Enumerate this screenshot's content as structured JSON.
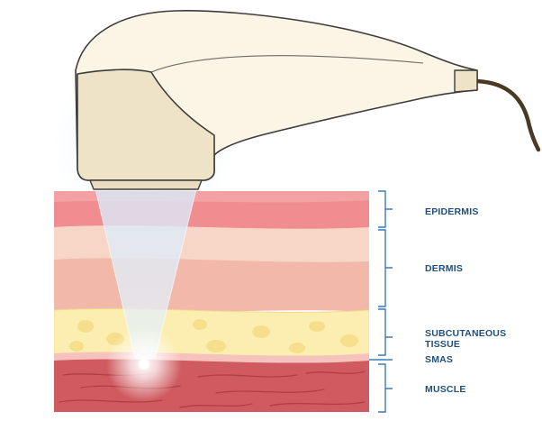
{
  "colors": {
    "label_text": "#1f4f7a",
    "bracket": "#3f7ab5",
    "epidermis_top": "#f3a1a3",
    "epidermis_band": "#ef8d90",
    "dermis_light": "#f8d6c7",
    "dermis_mid": "#f2b9aa",
    "fat": "#fbeeb0",
    "fat_globule": "#f6dd86",
    "smas": "#f6c2bd",
    "muscle": "#cf5a5f",
    "muscle_fiber": "#a8393f",
    "device_body": "#fbf5e6",
    "device_head": "#eee3c7",
    "device_outline": "#3d3c3a",
    "cable": "#4a3a24",
    "beam": "#dbeaf7"
  },
  "layers": [
    {
      "id": "epidermis",
      "label": "EPIDERMIS"
    },
    {
      "id": "dermis",
      "label": "DERMIS"
    },
    {
      "id": "subcutaneous",
      "label": "SUBCUTANEOUS\nTISSUE"
    },
    {
      "id": "smas",
      "label": "SMAS"
    },
    {
      "id": "muscle",
      "label": "MUSCLE"
    }
  ]
}
